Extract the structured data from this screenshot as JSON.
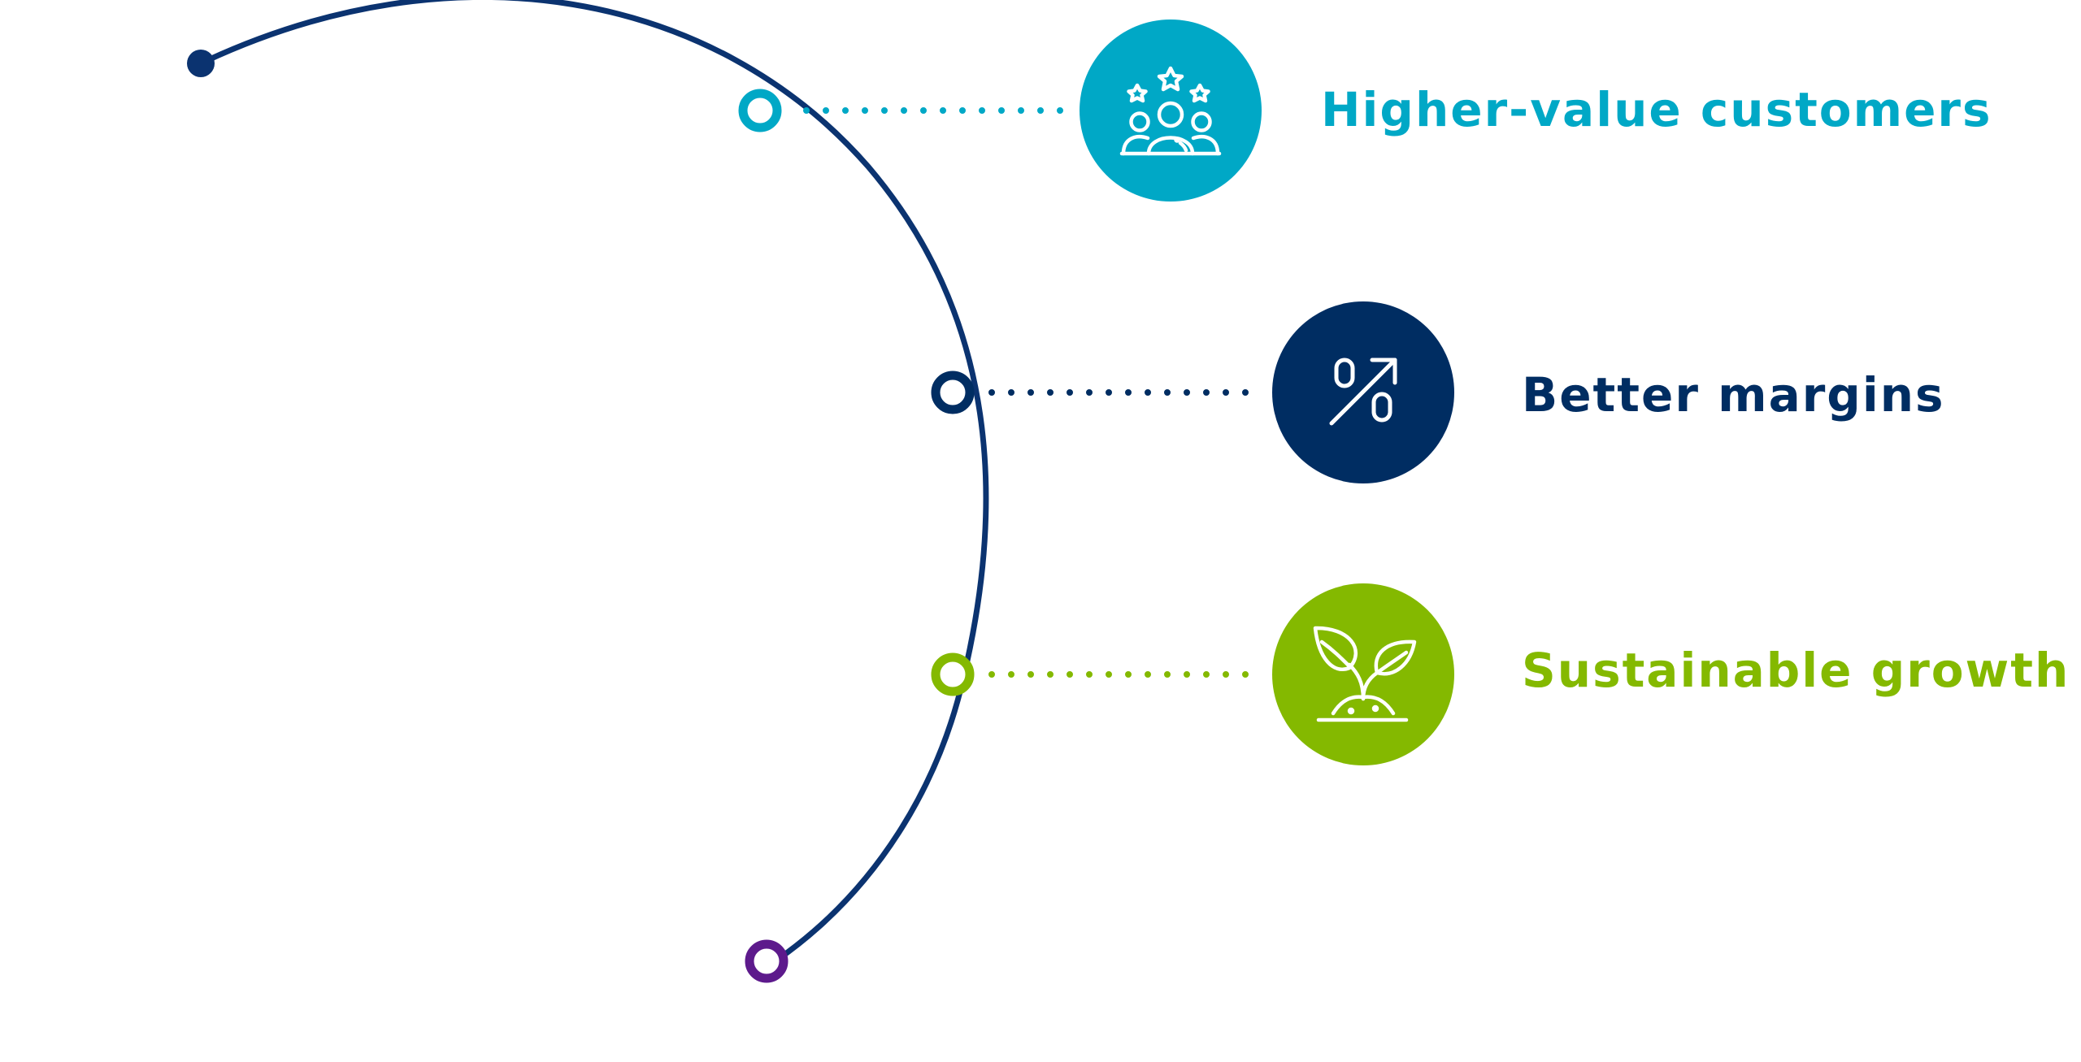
{
  "colors": {
    "arc": "#0b3370",
    "start_dot": "#0b3370",
    "end_dot": "#5d1a8c",
    "teal": "#00a8c6",
    "navy": "#002d62",
    "green": "#84b900",
    "icon_stroke": "#ffffff"
  },
  "benefits": [
    {
      "label": "Higher-value customers",
      "icon": "customers-with-stars-icon"
    },
    {
      "label": "Better margins",
      "icon": "percent-arrow-up-icon"
    },
    {
      "label": "Sustainable growth",
      "icon": "plant-sprout-icon"
    }
  ]
}
